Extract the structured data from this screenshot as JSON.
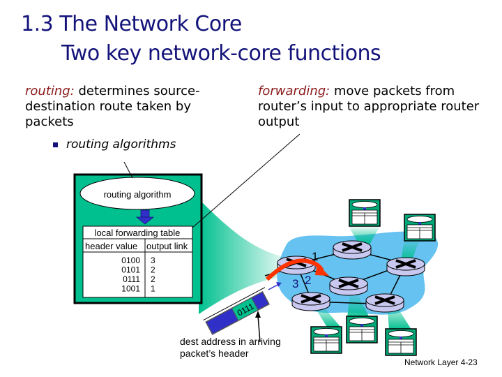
{
  "slide": {
    "title_line1": "1.3 The Network Core",
    "title_line2": "Two key network-core functions",
    "footer": "Network Layer  4-23"
  },
  "routing": {
    "keyword": "routing:",
    "description": " determines source-destination route taken by packets",
    "bullet": "routing algorithms"
  },
  "forwarding": {
    "keyword": "forwarding:",
    "description": " move packets from router’s input to appropriate router output"
  },
  "router_box": {
    "algorithm_label": "routing algorithm",
    "table_title": "local forwarding table",
    "col_header_value": "header value",
    "col_output_link": "output link",
    "rows": [
      {
        "header": "0100",
        "link": "3"
      },
      {
        "header": "0101",
        "link": "2"
      },
      {
        "header": "0111",
        "link": "2"
      },
      {
        "header": "1001",
        "link": "1"
      }
    ]
  },
  "packet": {
    "header_value": "0111"
  },
  "links": {
    "link1": "1",
    "link2": "2",
    "link3": "3"
  },
  "annotation": {
    "dest_address": "dest address in arriving packet’s header"
  },
  "colors": {
    "title": "#13137a",
    "keyword": "#8b1a1a",
    "router_box_fill": "#00c08f",
    "network_cloud": "#66c2f0",
    "router_fill": "#c8c8f0",
    "packet_blue": "#3030c8",
    "forwarding_arrow": "#ff3300"
  }
}
